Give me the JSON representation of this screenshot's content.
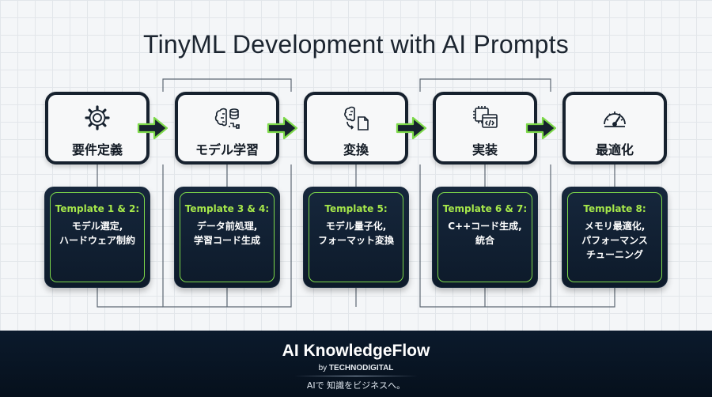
{
  "title": "TinyML Development with AI Prompts",
  "steps": [
    {
      "label": "要件定義",
      "icon": "gear-icon"
    },
    {
      "label": "モデル学習",
      "icon": "brain-database-icon"
    },
    {
      "label": "変換",
      "icon": "brain-file-icon"
    },
    {
      "label": "実装",
      "icon": "chip-code-icon"
    },
    {
      "label": "最適化",
      "icon": "speedometer-icon"
    }
  ],
  "cards": [
    {
      "title": "Template 1 & 2:",
      "lines": [
        "モデル選定,",
        "ハードウェア制約"
      ]
    },
    {
      "title": "Template 3 & 4:",
      "lines": [
        "データ前処理,",
        "学習コード生成"
      ]
    },
    {
      "title": "Template 5:",
      "lines": [
        "モデル量子化,",
        "フォーマット変換"
      ]
    },
    {
      "title": "Template 6 & 7:",
      "lines": [
        "C++コード生成,",
        "統合"
      ]
    },
    {
      "title": "Template 8:",
      "lines": [
        "メモリ最適化,",
        "パフォーマンス",
        "チューニング"
      ]
    }
  ],
  "footer": {
    "brand": "AI KnowledgeFlow",
    "by": "by",
    "company": "TECHNODIGITAL",
    "tagline": "AIで 知識をビジネスへ。"
  },
  "colors": {
    "accent_green": "#7dd94a",
    "box_border": "#16212e",
    "card_bg": "#0d1a2a",
    "footer_bg": "#06101c"
  }
}
